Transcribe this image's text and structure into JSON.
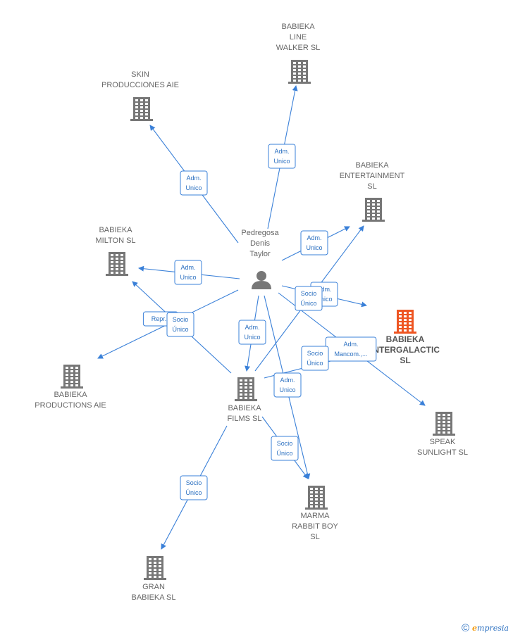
{
  "nodes": [
    {
      "id": "person",
      "type": "person",
      "lines": [
        "Pedregosa",
        "Denis",
        "Taylor"
      ]
    },
    {
      "id": "line_walker",
      "type": "company",
      "lines": [
        "BABIEKA",
        "LINE",
        "WALKER  SL"
      ]
    },
    {
      "id": "skin",
      "type": "company",
      "lines": [
        "SKIN",
        "PRODUCCIONES AIE"
      ]
    },
    {
      "id": "entertainment",
      "type": "company",
      "lines": [
        "BABIEKA",
        "ENTERTAINMENT",
        "SL"
      ]
    },
    {
      "id": "milton",
      "type": "company",
      "lines": [
        "BABIEKA",
        "MILTON  SL"
      ]
    },
    {
      "id": "intergalactic",
      "type": "company",
      "highlight": true,
      "lines": [
        "BABIEKA",
        "INTERGALACTIC",
        "SL"
      ]
    },
    {
      "id": "productions",
      "type": "company",
      "lines": [
        "BABIEKA",
        "PRODUCTIONS AIE"
      ]
    },
    {
      "id": "films",
      "type": "company",
      "lines": [
        "BABIEKA",
        "FILMS SL"
      ]
    },
    {
      "id": "speak",
      "type": "company",
      "lines": [
        "SPEAK",
        "SUNLIGHT  SL"
      ]
    },
    {
      "id": "marma",
      "type": "company",
      "lines": [
        "MARMA",
        "RABBIT BOY",
        "SL"
      ]
    },
    {
      "id": "gran",
      "type": "company",
      "lines": [
        "GRAN",
        "BABIEKA  SL"
      ]
    }
  ],
  "edges": [
    {
      "from": "person",
      "to": "line_walker",
      "label": [
        "Adm.",
        "Unico"
      ]
    },
    {
      "from": "person",
      "to": "skin",
      "label": [
        "Adm.",
        "Unico"
      ]
    },
    {
      "from": "person",
      "to": "entertainment",
      "label": [
        "Adm.",
        "Unico"
      ]
    },
    {
      "from": "person",
      "to": "milton",
      "label": [
        "Adm.",
        "Unico"
      ]
    },
    {
      "from": "person",
      "to": "intergalactic",
      "label": [
        "Adm.",
        "Unico"
      ]
    },
    {
      "from": "person",
      "to": "films",
      "label": [
        "Adm.",
        "Unico"
      ]
    },
    {
      "from": "person",
      "to": "marma",
      "label": [
        "Adm.",
        "Unico"
      ]
    },
    {
      "from": "person",
      "to": "speak",
      "label": [
        "Adm.",
        "Mancom.,..."
      ]
    },
    {
      "from": "person",
      "to": "productions",
      "label": [
        "Repr..."
      ]
    },
    {
      "from": "films",
      "to": "milton",
      "label": [
        "Socio",
        "Único"
      ]
    },
    {
      "from": "films",
      "to": "entertainment",
      "label": [
        "Socio",
        "Único"
      ]
    },
    {
      "from": "films",
      "to": "intergalactic",
      "label": [
        "Socio",
        "Único"
      ]
    },
    {
      "from": "films",
      "to": "marma",
      "label": [
        "Socio",
        "Único"
      ]
    },
    {
      "from": "films",
      "to": "gran",
      "label": [
        "Socio",
        "Único"
      ]
    }
  ],
  "footer": {
    "copyright": "©",
    "brand_initial": "e",
    "brand_rest": "mpresia"
  }
}
